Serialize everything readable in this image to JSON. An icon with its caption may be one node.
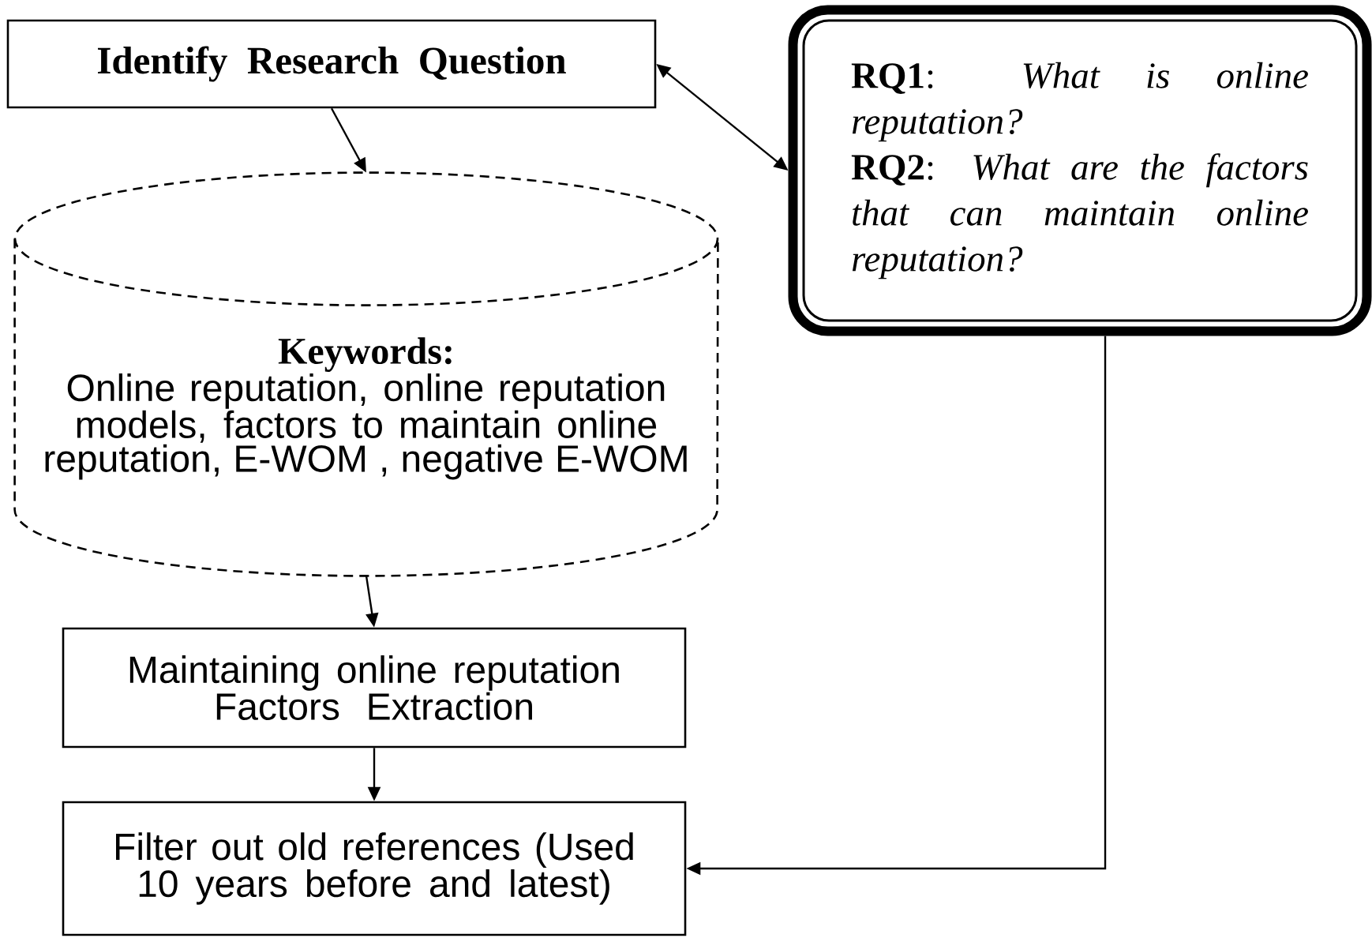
{
  "diagram": {
    "nodes": [
      {
        "text": [
          "Identify Research Question"
        ]
      },
      {
        "text": [
          "**RQ1**: *What is online reputation?*",
          "**RQ2**: *What are the factors that can maintain online reputation?*"
        ]
      },
      {
        "text": [
          "Keywords:",
          "Online reputation, online reputation models, factors to maintain online reputation, E-WOM , negative E-WOM"
        ]
      },
      {
        "text": [
          "Maintaining online reputation Factors Extraction"
        ]
      },
      {
        "text": [
          "Filter out old references (Used 10 years before and latest)"
        ]
      }
    ],
    "edges": [
      {
        "from": 0,
        "to": 1,
        "arrow": "both"
      },
      {
        "from": 0,
        "to": 2,
        "arrow": "to"
      },
      {
        "from": 2,
        "to": 3,
        "arrow": "to"
      },
      {
        "from": 3,
        "to": 4,
        "arrow": "to"
      },
      {
        "from": 1,
        "to": 4,
        "arrow": "to"
      }
    ]
  }
}
